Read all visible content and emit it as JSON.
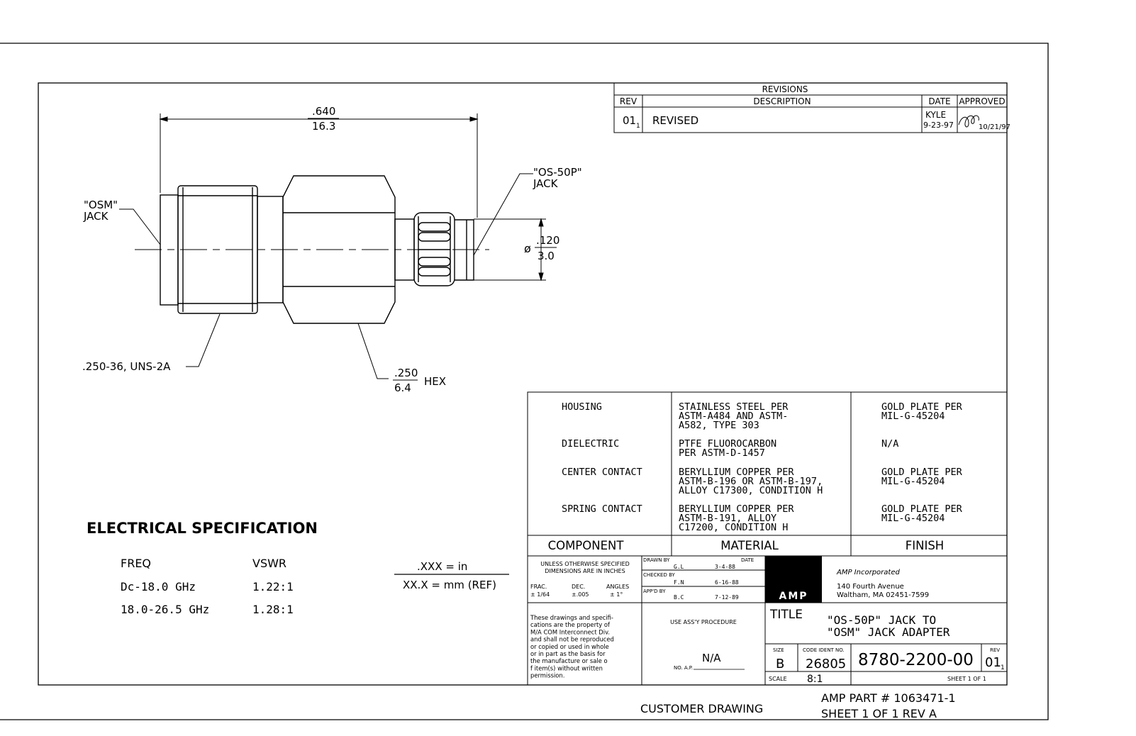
{
  "dims": {
    "overall_in": ".640",
    "overall_mm": "16.3",
    "osm_label_1": "\"OSM\"",
    "osm_label_2": "JACK",
    "os50p_label_1": "\"OS-50P\"",
    "os50p_label_2": "JACK",
    "dia_symbol": "ø",
    "dia_in": ".120",
    "dia_mm": "3.0",
    "thread": ".250-36, UNS-2A",
    "hex_in": ".250",
    "hex_mm": "6.4",
    "hex_label": "HEX"
  },
  "revisions": {
    "title": "REVISIONS",
    "headers": {
      "rev": "REV",
      "description": "DESCRIPTION",
      "date": "DATE",
      "approved": "APPROVED"
    },
    "row": {
      "rev": "01",
      "rev_sub": "1",
      "description": "REVISED",
      "date_name": "KYLE",
      "date_value": "9-23-97",
      "approved_date": "10/21/97"
    }
  },
  "electrical": {
    "title": "ELECTRICAL  SPECIFICATION",
    "headers": [
      "FREQ",
      "VSWR"
    ],
    "rows": [
      {
        "freq": "Dc-18.0 GHz",
        "vswr": "1.22:1"
      },
      {
        "freq": "18.0-26.5 GHz",
        "vswr": "1.28:1"
      }
    ]
  },
  "units": {
    "top": ".XXX  =  in",
    "bottom": "XX.X  =  mm  (REF)"
  },
  "materials": {
    "rows": [
      {
        "component": "HOUSING",
        "material": [
          "STAINLESS STEEL PER",
          "ASTM-A484 AND ASTM-",
          "A582, TYPE 303"
        ],
        "finish": [
          "GOLD PLATE PER",
          "MIL-G-45204"
        ]
      },
      {
        "component": "DIELECTRIC",
        "material": [
          "PTFE FLUOROCARBON",
          "PER ASTM-D-1457"
        ],
        "finish": [
          "N/A"
        ]
      },
      {
        "component": "CENTER CONTACT",
        "material": [
          "BERYLLIUM COPPER PER",
          "ASTM-B-196 OR ASTM-B-197,",
          "ALLOY C17300, CONDITION H"
        ],
        "finish": [
          "GOLD PLATE PER",
          "MIL-G-45204"
        ]
      },
      {
        "component": "SPRING CONTACT",
        "material": [
          "BERYLLIUM COPPER PER",
          "ASTM-B-191, ALLOY",
          "C17200, CONDITION H"
        ],
        "finish": [
          "GOLD PLATE PER",
          "MIL-G-45204"
        ]
      }
    ],
    "headers": {
      "component": "COMPONENT",
      "material": "MATERIAL",
      "finish": "FINISH"
    }
  },
  "titleblock": {
    "unless_1": "UNLESS OTHERWISE SPECIFIED",
    "unless_2": "DIMENSIONS ARE IN INCHES",
    "frac_label": "FRAC.",
    "dec_label": "DEC.",
    "angles_label": "ANGLES",
    "frac_val": "± 1/64",
    "dec_val": "±.005",
    "angles_val": "± 1°",
    "drawn_by_label": "DRAWN BY",
    "date_label": "DATE",
    "drawn_by": "G.L",
    "drawn_date": "3-4-88",
    "checked_by_label": "CHECKED BY",
    "checked_by": "F.N",
    "checked_date": "6-16-88",
    "appd_by_label": "APP'D BY",
    "appd_by": "B.C",
    "appd_date": "7-12-89",
    "logo": "AMP",
    "company": "AMP Incorporated",
    "address_1": "140 Fourth Avenue",
    "address_2": "Waltham, MA 02451-7599",
    "proprietary": [
      "These drawings and specifi-",
      "cations are the property of",
      "M/A COM Interconnect Div.",
      "and shall not be reproduced",
      "or copied or used in whole",
      "or in part as the basis for",
      "the manufacture or sale o",
      "f item(s) without written",
      "permission."
    ],
    "use_assy": "USE ASS'Y PROCEDURE",
    "no_ap_label": "NO. A.P.",
    "no_ap_value": "N/A",
    "title_label": "TITLE",
    "title_1": "\"OS-50P\" JACK TO",
    "title_2": "\"OSM\" JACK ADAPTER",
    "size_label": "SIZE",
    "size": "B",
    "code_label": "CODE IDENT NO.",
    "code": "26805",
    "dwg_no": "8780-2200-00",
    "rev_label": "REV",
    "rev": "01",
    "rev_sub": "1",
    "scale_label": "SCALE",
    "scale": "8:1",
    "sheet": "SHEET  1  OF  1"
  },
  "footer": {
    "customer": "CUSTOMER DRAWING",
    "part": "AMP PART # 1063471-1",
    "sheet": "SHEET 1 OF 1  REV A"
  }
}
